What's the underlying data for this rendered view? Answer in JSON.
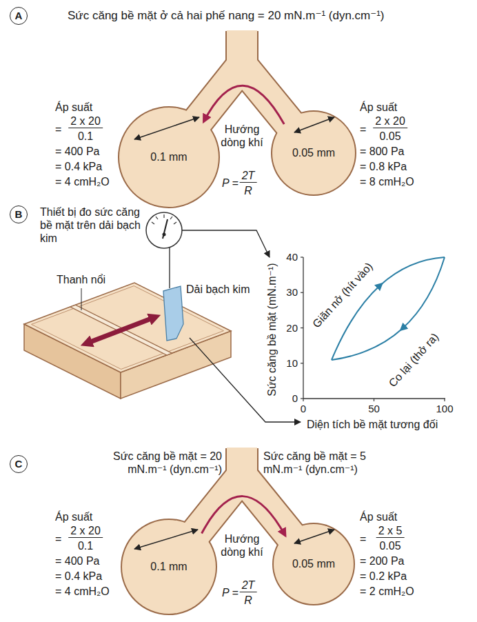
{
  "diagram": {
    "nodes": [
      {
        "text": [
          "0.1 mm"
        ]
      },
      {
        "text": [
          "0.05 mm"
        ]
      },
      {
        "text": [
          "0.1 mm"
        ]
      },
      {
        "text": [
          "0.05 mm"
        ]
      }
    ],
    "edges": [
      {
        "from": 1,
        "to": 0,
        "arrow": "to",
        "label": "Hướng dòng khí"
      },
      {
        "from": 2,
        "to": 3,
        "arrow": "to",
        "label": "Hướng dòng khí"
      }
    ],
    "labels": [
      "A",
      "Sức căng bề mặt ở cả hai phế nang = 20 mN.m⁻¹ (dyn.cm⁻¹)",
      "Áp suất",
      "=",
      "2 x 20",
      "0.1",
      "= 400 Pa",
      "= 0.4 kPa",
      "= 4 cmH₂O",
      "Áp suất",
      "=",
      "2 x 20",
      "0.05",
      "= 800 Pa",
      "= 0.8 kPa",
      "= 8 cmH₂O",
      "P =",
      "2T",
      "R",
      "B",
      "Thiết bị đo sức căng bề mặt trên dải bạch kim",
      "Thanh nổi",
      "Dải bạch kim",
      "Sức căng bề mặt (mN.m⁻¹)",
      "0",
      "10",
      "20",
      "30",
      "40",
      "0",
      "50",
      "100",
      "Diện tích bề mặt tương đối",
      "Giãn nở (hít vào)",
      "Co lại (thở ra)",
      "C",
      "Sức căng bề mặt = 20 mN.m⁻¹ (dyn.cm⁻¹)",
      "Sức căng bề mặt = 5 mN.m⁻¹ (dyn.cm⁻¹)",
      "Áp suất",
      "=",
      "2 x 20",
      "0.1",
      "= 400 Pa",
      "= 0.4 kPa",
      "= 4 cmH₂O",
      "Áp suất",
      "=",
      "2 x 5",
      "0.05",
      "= 200 Pa",
      "= 0.2 kPa",
      "= 2 cmH₂O",
      "P =",
      "2T",
      "R"
    ]
  }
}
